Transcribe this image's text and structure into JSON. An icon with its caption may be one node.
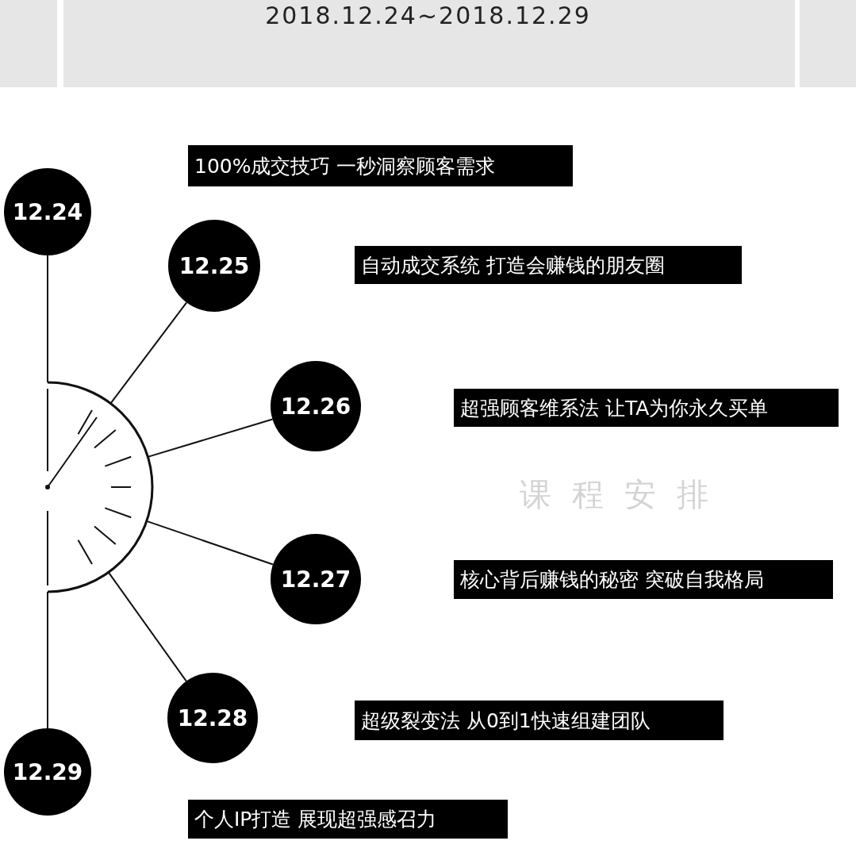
{
  "diagram": {
    "title": "2018.12.24~2018.12.29",
    "nodes": [
      {
        "text": [
          "12.24"
        ]
      },
      {
        "text": [
          "100%成交技巧 一秒洞察顾客需求"
        ]
      },
      {
        "text": [
          "12.25"
        ]
      },
      {
        "text": [
          "自动成交系统 打造会赚钱的朋友圈"
        ]
      },
      {
        "text": [],
        "shape": "circle"
      },
      {
        "text": [
          "12.26"
        ]
      },
      {
        "text": [
          "超强顾客维系法 让TA为你永久买单"
        ]
      },
      {
        "text": [
          "12.27"
        ]
      },
      {
        "text": [
          "核心背后赚钱的秘密 突破自我格局"
        ]
      },
      {
        "text": [
          "12.28"
        ]
      },
      {
        "text": [
          "超级裂变法 从0到1快速组建团队"
        ]
      },
      {
        "text": [
          "12.29"
        ]
      },
      {
        "text": [
          "个人IP打造 展现超强感召力"
        ]
      }
    ],
    "edges": [
      {
        "from": 0,
        "to": 4,
        "arrow": "none"
      },
      {
        "from": 4,
        "to": 2,
        "arrow": "none"
      },
      {
        "from": 4,
        "to": 5,
        "arrow": "none"
      },
      {
        "from": 4,
        "to": 7,
        "arrow": "none"
      },
      {
        "from": 4,
        "to": 9,
        "arrow": "none"
      },
      {
        "from": 4,
        "to": 11,
        "arrow": "none"
      }
    ],
    "labels": [
      "课程安排"
    ]
  }
}
